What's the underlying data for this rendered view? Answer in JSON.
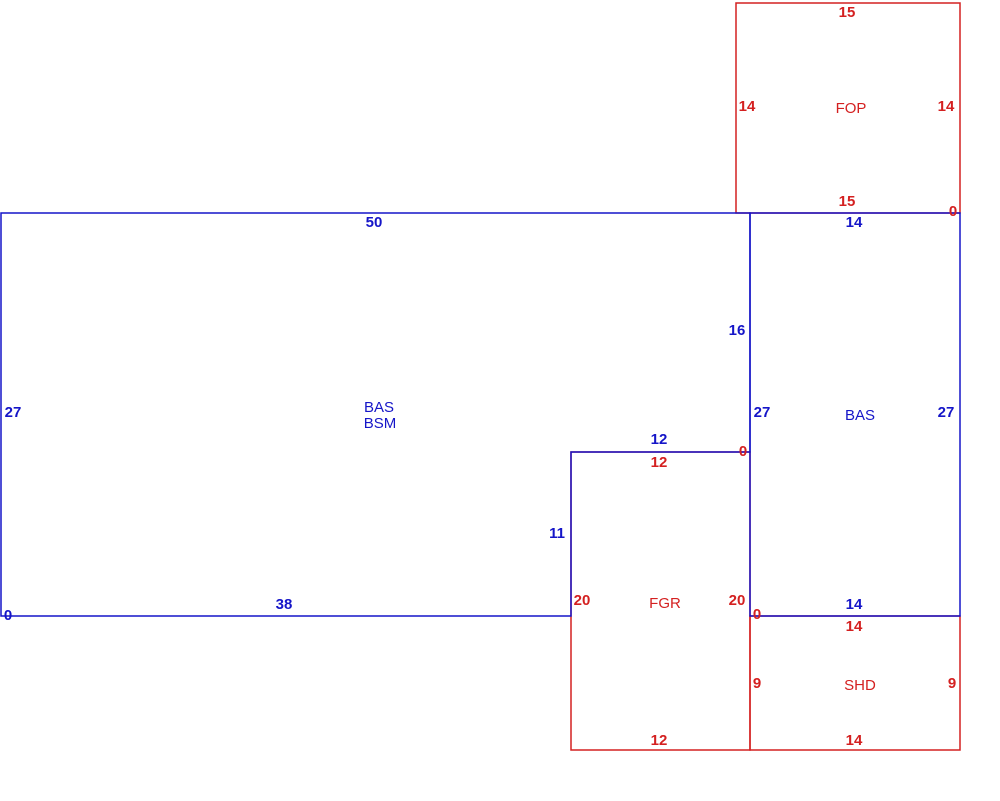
{
  "colors": {
    "main": "#1515c8",
    "addition": "#d42020",
    "background": "#ffffff"
  },
  "areas": {
    "bas_main": {
      "line1": "BAS",
      "line2": "BSM"
    },
    "bas_right": "BAS",
    "fop": "FOP",
    "fgr": "FGR",
    "shd": "SHD"
  },
  "dims": {
    "bas_main": {
      "top": "50",
      "left": "27",
      "bottom": "38",
      "notch_vert": "11",
      "notch_top": "12",
      "right_upper": "16",
      "origin": "0"
    },
    "bas_right": {
      "top": "14",
      "left": "27",
      "right": "27",
      "bottom": "14"
    },
    "fop": {
      "top": "15",
      "left": "14",
      "right": "14",
      "bottom": "15",
      "origin": "0"
    },
    "fgr": {
      "top": "12",
      "left": "20",
      "right": "20",
      "bottom": "12",
      "origin": "0"
    },
    "shd": {
      "top": "14",
      "left": "9",
      "right": "9",
      "bottom": "14",
      "origin": "0"
    }
  }
}
